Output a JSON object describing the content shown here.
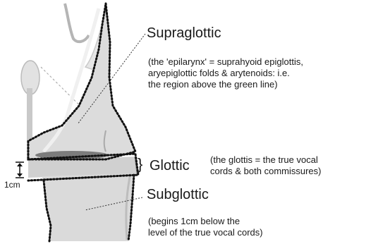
{
  "labels": {
    "supraglottic": {
      "title": "Supraglottic",
      "note": "(the 'epilarynx' = suprahyoid epiglottis,\naryepiglottic folds & arytenoids: i.e.\nthe region above the green line)"
    },
    "glottic": {
      "brace": "}",
      "title": "Glottic",
      "note": "(the glottis = the true vocal\ncords & both commissures)"
    },
    "subglottic": {
      "title": "Subglottic",
      "note": "(begins 1cm below the\nlevel of the true vocal cords)"
    },
    "scale": "1cm"
  },
  "colors": {
    "tissue_fill": "#dcdcdc",
    "tissue_dark": "#9a9a9a",
    "outline": "#111111",
    "vocal_cord": "#7c7c7c"
  }
}
